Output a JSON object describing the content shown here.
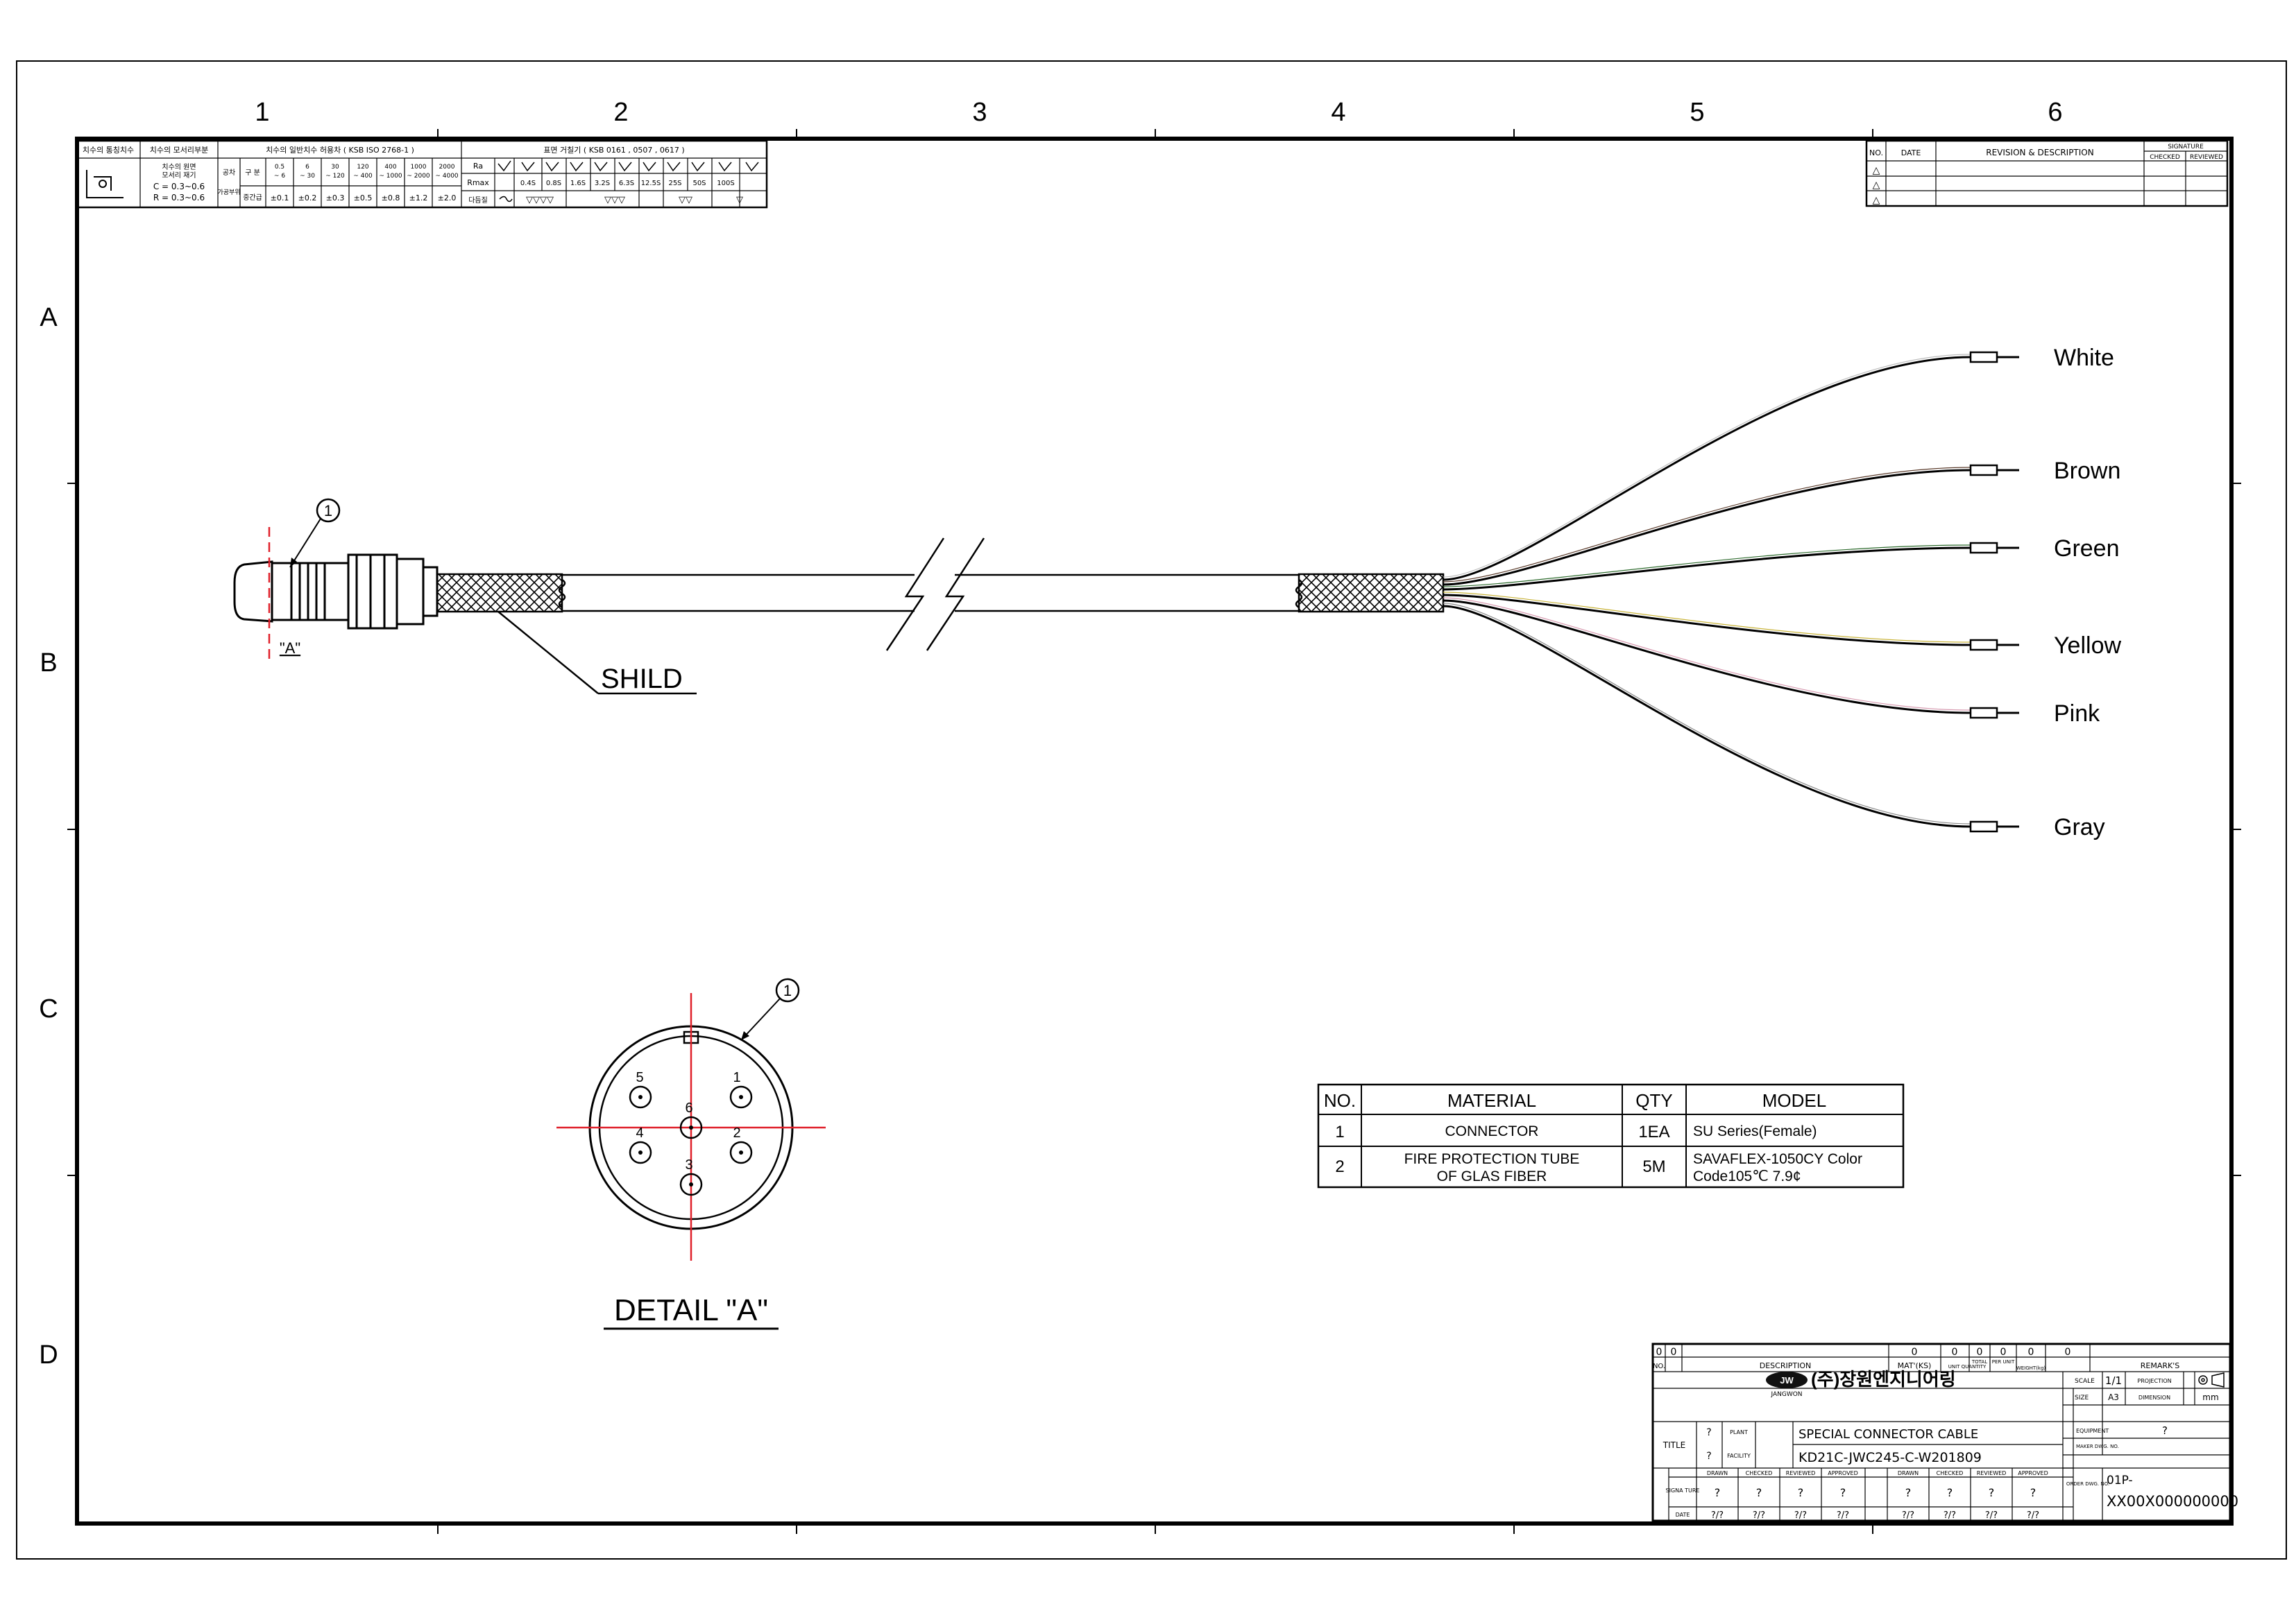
{
  "grid": {
    "columns": [
      "1",
      "2",
      "3",
      "4",
      "5",
      "6"
    ],
    "rows": [
      "A",
      "B",
      "C",
      "D"
    ]
  },
  "tolerance_block": {
    "general": "치수의 통칭치수",
    "chamfer_head": "치수의 모서리부분",
    "chamfer_note_a": "치수의 원면",
    "chamfer_note_b": "모서리 재기",
    "chamfer_values": [
      "C = 0.3~0.6",
      "R = 0.3~0.6"
    ],
    "tol_title": "치수의 일반치수 허용차 ( KSB ISO 2768-1 )",
    "class_label": "공차",
    "range_label": "구 분",
    "grade_label": "가공부위",
    "grade_value": "중간급",
    "ranges": [
      "0.5\n~ 6",
      "6\n~ 30",
      "30\n~ 120",
      "120\n~ 400",
      "400\n~ 1000",
      "1000\n~ 2000",
      "2000\n~ 4000"
    ],
    "tolerances": [
      "±0.1",
      "±0.2",
      "±0.3",
      "±0.5",
      "±0.8",
      "±1.2",
      "±2.0"
    ],
    "rough_title": "표면 거칠기 ( KSB 0161 , 0507 , 0617 )",
    "ra_label": "Ra",
    "rmax_label": "Rmax",
    "std_label": "다듬질",
    "rmax_values": [
      "0.4S",
      "0.8S",
      "1.6S",
      "3.2S",
      "6.3S",
      "12.5S",
      "25S",
      "50S",
      "100S"
    ],
    "tri_marks": [
      "▽▽▽▽",
      "▽▽▽",
      "▽▽",
      "▽"
    ]
  },
  "revision_block": {
    "headers": [
      "NO.",
      "DATE",
      "REVISION & DESCRIPTION",
      "SIGNATURE",
      "CHECKED",
      "REVIEWED"
    ],
    "rows": [
      "△",
      "△",
      "△"
    ]
  },
  "cable": {
    "item_balloon_top": "1",
    "detail_ref": "\"A\"",
    "shield_label": "SHILD",
    "wires": [
      {
        "label": "White",
        "color": "#bdbdbd"
      },
      {
        "label": "Brown",
        "color": "#5a3a2a"
      },
      {
        "label": "Green",
        "color": "#2d6b2d"
      },
      {
        "label": "Yellow",
        "color": "#c9b43a"
      },
      {
        "label": "Pink",
        "color": "#d79ab0"
      },
      {
        "label": "Gray",
        "color": "#8a8a8a"
      }
    ]
  },
  "detail": {
    "title": "DETAIL \"A\"",
    "item_balloon": "1",
    "pins": [
      "5",
      "1",
      "6",
      "4",
      "2",
      "3"
    ]
  },
  "bom": {
    "headers": [
      "NO.",
      "MATERIAL",
      "QTY",
      "MODEL"
    ],
    "rows": [
      {
        "no": "1",
        "material": "CONNECTOR",
        "qty": "1EA",
        "model": "SU Series(Female)"
      },
      {
        "no": "2",
        "material": [
          "FIRE PROTECTION TUBE",
          "OF GLAS FIBER"
        ],
        "qty": "5M",
        "model": [
          "SAVAFLEX-1050CY Color",
          "Code105℃ 7.9¢"
        ]
      }
    ]
  },
  "title_block": {
    "row_zero": [
      "0",
      "0",
      "0",
      "0",
      "0",
      "0",
      "0",
      "0"
    ],
    "no_label": "NO.",
    "description_label": "DESCRIPTION",
    "mat_label": "MAT'(KS)",
    "unit_label": "UNIT QUANTITY",
    "total_label": "TOTAL",
    "perunit_label": "PER UNIT",
    "weight_label": "WEIGHT(kg)",
    "remarks_label": "REMARK'S",
    "company_logo": "JW",
    "company_name": "(주)장원엔지니어링",
    "company_sub": "JANGWON",
    "scale_label": "SCALE",
    "scale_value": "1/1",
    "projection_label": "PROJECTION",
    "size_label": "SIZE",
    "size_value": "A3",
    "dimension_label": "DIMENSION",
    "dimension_value": "mm",
    "title_label": "TITLE",
    "plant_label": "PLANT",
    "plant_value": "?",
    "facility_label": "FACILITY",
    "facility_value": "?",
    "title_line1": "SPECIAL CONNECTOR CABLE",
    "title_line2": "KD21C-JWC245-C-W201809",
    "equipment_label": "EQUIPMENT",
    "equipment_value": "?",
    "maker_label": "MAKER DWG. NO.",
    "sign_headers": [
      "DRAWN",
      "CHECKED",
      "REVIEWED",
      "APPROVED"
    ],
    "sign_label": "SIGNA TURE",
    "date_label": "DATE",
    "sign_values": [
      "?",
      "?",
      "?",
      "?"
    ],
    "date_values": [
      "?/?",
      "?/?",
      "?/?",
      "?/?"
    ],
    "rev_sign_values": [
      "?",
      "?",
      "?",
      "?"
    ],
    "rev_date_values": [
      "?/?",
      "?/?",
      "?/?",
      "?/?"
    ],
    "order_label": "ORDER DWG. NO.",
    "order_value_1": "01P-",
    "order_value_2": "XX00X000000000"
  }
}
